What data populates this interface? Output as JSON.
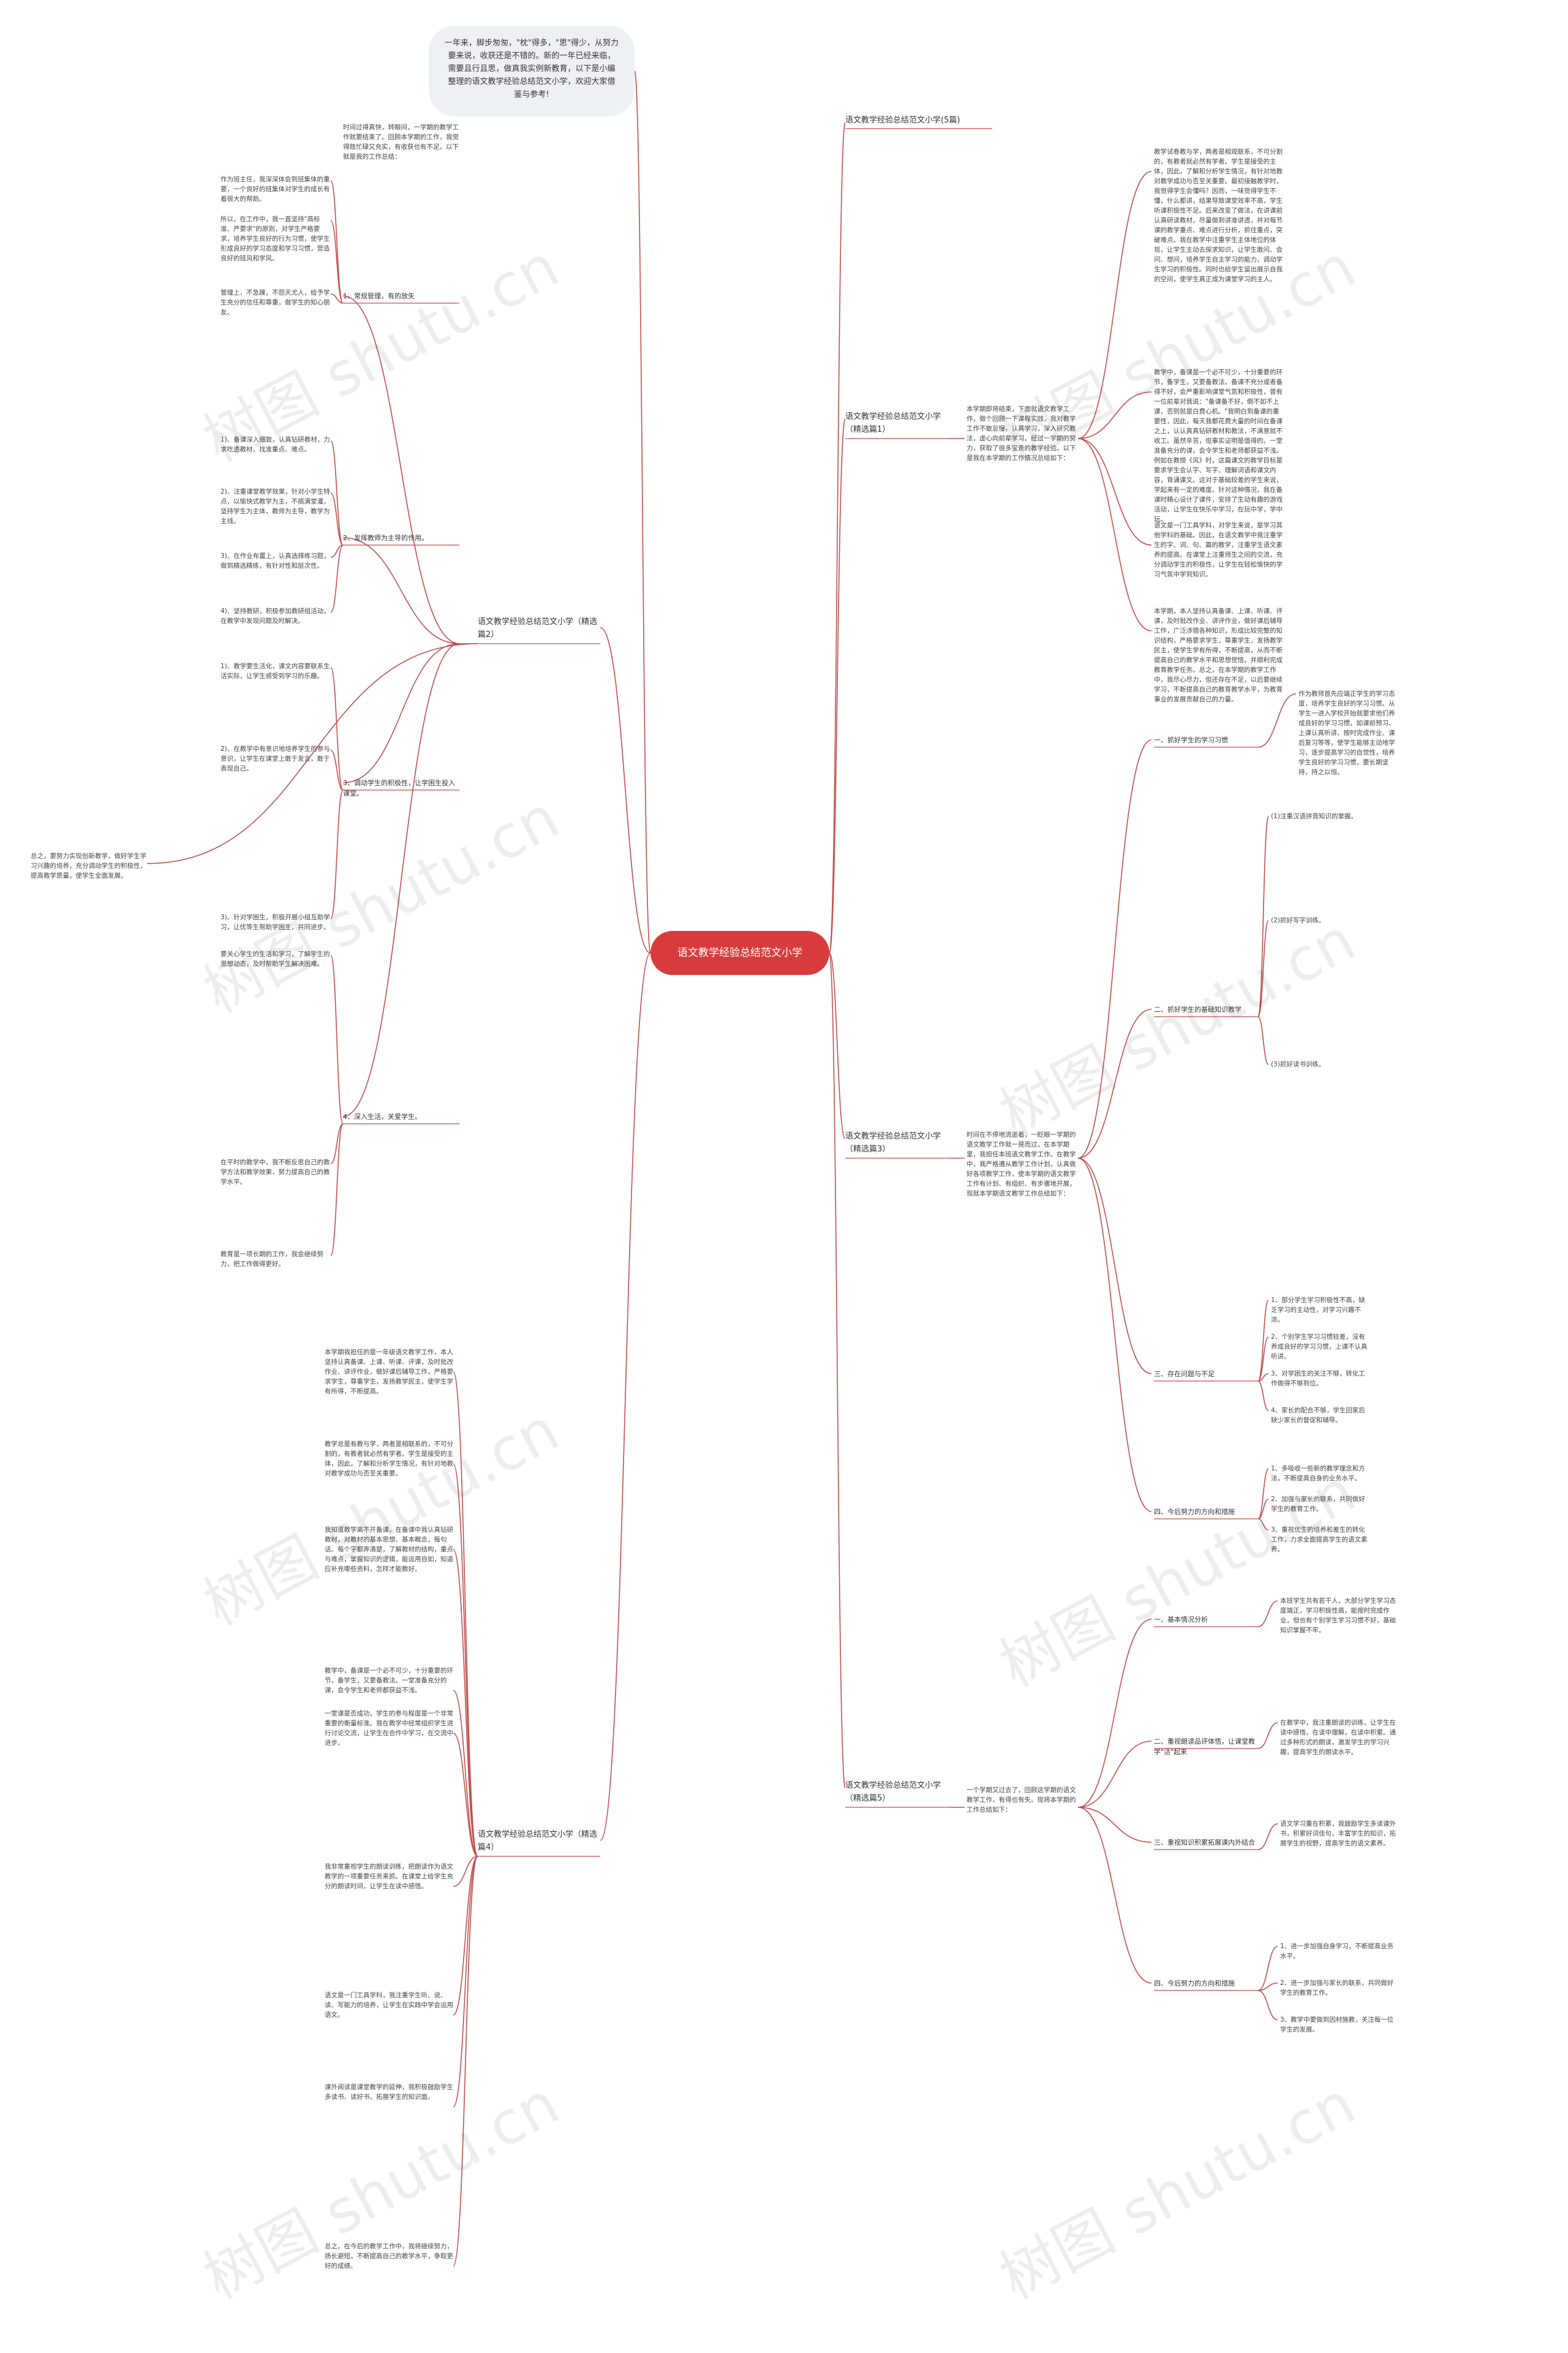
{
  "root": "语文教学经验总结范文小学",
  "intro": "一年来，脚步匆匆，\"枕\"得多，\"思\"得少，从努力要来说，收获还是不错的。新的一年已经来临，需要且行且思，做真我实例新教育，以下是小编整理的语文教学经验总结范文小学，欢迎大家借鉴与参考!",
  "watermarks": [
    "树图 shutu.cn",
    "树图 shutu.cn",
    "树图 shutu.cn",
    "树图 shutu.cn",
    "树图 shutu.cn",
    "树图 shutu.cn"
  ],
  "right": [
    {
      "label": "语文教学经验总结范文小学(5篇)"
    },
    {
      "label": "语文教学经验总结范文小学（精选篇1）",
      "lead": "本学期即将结束，下面就语文教学工作，做个回顾一下课程实践，我对教学工作不敢怠慢，认真学习，深入研究教法，虚心向前辈学习。经过一学期的努力，获取了很多宝贵的教学经验。以下是我在本学期的工作情况总结如下：",
      "paras": [
        "教学试卷教与学，两者是相观联系，不可分割的，有教者就必然有学者。学生是接受的主体，因此，了解和分析学生情况，有针对地教对教学成功与否至关重要。最初接触教学时，我觉得学生会懂吗？因而，一味觉得学生不懂，什么都讲，结果导致课堂效率不高，学生听课积极性不足。后来改变了做法，在讲课前认真研读教材，尽量做到讲准讲透，并对每节课的教学重点、难点进行分析，抓住重点，突破难点。我在教学中注重学生主体地位的体现，让学生主动去探求知识，让学生敢问、会问、想问，培养学生自主学习的能力，调动学生学习的积极性。同时也给学生留出展示自我的空间，使学生真正成为课堂学习的主人。",
        "教学中，备课是一个必不可少，十分重要的环节，备学生，又要备教法。备课不充分或者备得不好，会严重影响课堂气氛和积极性，曾有一位前辈对我说：\"备课备不好，倒不如不上课，否则就是白费心机。\"我明白到备课的重要性，因此，每天我都花费大量的时间在备课之上，认认真真钻研教材和教法，不满意就不收工。虽然辛苦，但事实证明是值得的。一堂准备充分的课，会令学生和老师都获益不浅。例如在教授《风》时，这篇课文的教学目标是要求学生会认字、写字、理解词语和课文内容，背诵课文。这对于基础较差的学生来说，学起来有一定的难度。针对这种情况，我在备课时精心设计了课件，安排了生动有趣的游戏活动，让学生在快乐中学习，在玩中学，学中玩。",
        "语文是一门工具学科，对学生来说，是学习其他学科的基础。因此，在语文教学中我注重学生的字、词、句、篇的教学，注重学生语文素养的提高。在课堂上注重师生之间的交流，充分调动学生的积极性，让学生在轻松愉快的学习气氛中学到知识。",
        "本学期，本人坚持认真备课、上课、听课、评课，及时批改作业、讲评作业，做好课后辅导工作，广泛涉猎各种知识，形成比较完整的知识结构，严格要求学生，尊重学生，发扬教学民主，使学生学有所得，不断提高，从而不断提高自己的教学水平和思想觉悟，并顺利完成教育教学任务。总之，在本学期的教学工作中，我尽心尽力，但还存在不足，以后要继续学习，不断提高自己的教育教学水平，为教育事业的发展贡献自己的力量。"
      ]
    },
    {
      "label": "语文教学经验总结范文小学（精选篇3）",
      "lead": "时间在不停地流逝着，一眨眼一学期的语文教学工作就一晃而过，在本学期里，我担任本班语文教学工作。在教学中，我严格遵从教学工作计划，认真做好各项教学工作，使本学期的语文教学工作有计划、有组织、有步骤地开展，现就本学期语文教学工作总结如下：",
      "subs": [
        {
          "label": "一、抓好学生的学习习惯",
          "items": [
            "作为教师首先应端正学生的学习态度，培养学生良好的学习习惯。从学生一进入学校开始就要求他们养成良好的学习习惯，如课前预习、上课认真听讲、按时完成作业、课后复习等等，使学生能够主动地学习，逐步提高学习的自觉性，培养学生良好的学习习惯，要长期坚持，持之以恒。"
          ]
        },
        {
          "label": "二、抓好学生的基础知识教学",
          "items": [
            "(1)注重汉语拼音知识的掌握。",
            "(2)抓好写字训练。",
            "(3)抓好读书训练。"
          ]
        },
        {
          "label": "三、存在问题与不足",
          "items": [
            "1、部分学生学习积极性不高，缺乏学习的主动性，对学习兴趣不浓。",
            "2、个别学生学习习惯较差，没有养成良好的学习习惯，上课不认真听讲。",
            "3、对学困生的关注不够，转化工作做得不够到位。",
            "4、家长的配合不够，学生回家后缺少家长的督促和辅导。"
          ]
        },
        {
          "label": "四、今后努力的方向和措施",
          "items": [
            "1、多吸收一些新的教学理念和方法，不断提高自身的业务水平。",
            "2、加强与家长的联系，共同做好学生的教育工作。",
            "3、重视优生的培养和差生的转化工作，力求全面提高学生的语文素养。"
          ]
        }
      ]
    },
    {
      "label": "语文教学经验总结范文小学（精选篇5）",
      "lead": "一个学期又过去了，回顾这学期的语文教学工作，有得也有失。现将本学期的工作总结如下：",
      "subs": [
        {
          "label": "一、基本情况分析",
          "items": [
            "本班学生共有若干人，大部分学生学习态度端正，学习积极性高，能按时完成作业，但也有个别学生学习习惯不好，基础知识掌握不牢。"
          ]
        },
        {
          "label": "二、重视朗读品评体悟，让课堂教学\"活\"起来",
          "items": [
            "在教学中，我注重朗读的训练，让学生在读中感悟，在读中理解，在读中积累。通过多种形式的朗读，激发学生的学习兴趣，提高学生的朗读水平。"
          ]
        },
        {
          "label": "三、重视知识积累拓展课内外结合",
          "items": [
            "语文学习重在积累，我鼓励学生多读课外书，积累好词佳句，丰富学生的知识，拓展学生的视野，提高学生的语文素养。"
          ]
        },
        {
          "label": "四、今后努力的方向和措施",
          "items": [
            "1、进一步加强自身学习，不断提高业务水平。",
            "2、进一步加强与家长的联系，共同做好学生的教育工作。",
            "3、教学中要做到因材施教，关注每一位学生的发展。"
          ]
        }
      ]
    }
  ],
  "left": [
    {
      "label": "语文教学经验总结范文小学（精选篇2）",
      "lead": "时间过得真快，转眼间，一学期的教学工作就要结束了。回顾本学期的工作，我觉得既忙碌又充实，有收获也有不足。以下就是我的工作总结：",
      "subs": [
        {
          "label": "1、常规管理，有的放矢",
          "items": [
            "作为班主任，我深深体会到班集体的重要，一个良好的班集体对学生的成长有着很大的帮助。",
            "所以，在工作中，我一直坚持\"高标准、严要求\"的原则，对学生严格要求，培养学生良好的行为习惯，使学生形成良好的学习态度和学习习惯，营造良好的班风和学风。",
            "管理上，不急躁，不怨天尤人，给予学生充分的信任和尊重，做学生的知心朋友。"
          ]
        },
        {
          "label": "2、发挥教师为主导的作用。",
          "items": [
            "1)、备课深入细致，认真钻研教材，力求吃透教材，找准重点、难点。",
            "2)、注重课堂教学效果，针对小学生特点，以愉快式教学为主，不搞满堂灌，坚持学生为主体，教师为主导，教学为主线。",
            "3)、在作业布置上，认真选择练习题，做到精选精练，有针对性和层次性。",
            "4)、坚持教研，积极参加教研组活动，在教学中发现问题及时解决。"
          ]
        },
        {
          "label": "3、调动学生的积极性，让学困生投入课堂。",
          "items": [
            "1)、教学要生活化，课文内容要联系生活实际，让学生感受到学习的乐趣。",
            "2)、在教学中有意识地培养学生的参与意识，让学生在课堂上敢于发言，敢于表现自己。",
            "3)、针对学困生，积极开展小组互助学习，让优等生帮助学困生，共同进步。"
          ]
        },
        {
          "label": "4、深入生活，关爱学生。",
          "items": [
            "要关心学生的生活和学习，了解学生的思想动态，及时帮助学生解决困难。",
            "在平时的教学中，我不断反思自己的教学方法和教学效果，努力提高自己的教学水平。",
            "教育是一项长期的工作，我会继续努力，把工作做得更好。"
          ]
        }
      ],
      "conclusion": "总之，要努力实现创新教学，做好学生学习兴趣的培养，充分调动学生的积极性，提高教学质量，使学生全面发展。"
    },
    {
      "label": "语文教学经验总结范文小学（精选篇4）",
      "paras": [
        "本学期我担任的是一年级语文教学工作，本人坚持认真备课、上课、听课、评课，及时批改作业、讲评作业，做好课后辅导工作，严格要求学生，尊重学生，发扬教学民主，使学生学有所得，不断提高。",
        "教学总是有教与学，两者是相联系的，不可分割的，有教者就必然有学者。学生是接受的主体，因此，了解和分析学生情况，有针对地教对教学成功与否至关重要。",
        "我知道教学离不开备课，在备课中我认真钻研教材，对教材的基本思想、基本概念，每句话、每个字都弄清楚，了解教材的结构，重点与难点，掌握知识的逻辑，能运用自如，知道应补充哪些资料，怎样才能教好。",
        "教学中，备课是一个必不可少，十分重要的环节，备学生，又要备教法。一堂准备充分的课，会令学生和老师都获益不浅。",
        "一堂课是否成功，学生的参与程度是一个非常重要的衡量标准。我在教学中经常组织学生进行讨论交流，让学生在合作中学习，在交流中进步。",
        "我非常重视学生的朗读训练，把朗读作为语文教学的一项重要任务来抓。在课堂上给学生充分的朗读时间，让学生在读中感悟。",
        "语文是一门工具学科，我注重学生听、说、读、写能力的培养，让学生在实践中学会运用语文。",
        "课外阅读是课堂教学的延伸，我积极鼓励学生多读书、读好书，拓展学生的知识面。",
        "总之，在今后的教学工作中，我将继续努力，扬长避短，不断提高自己的教学水平，争取更好的成绩。"
      ]
    }
  ]
}
